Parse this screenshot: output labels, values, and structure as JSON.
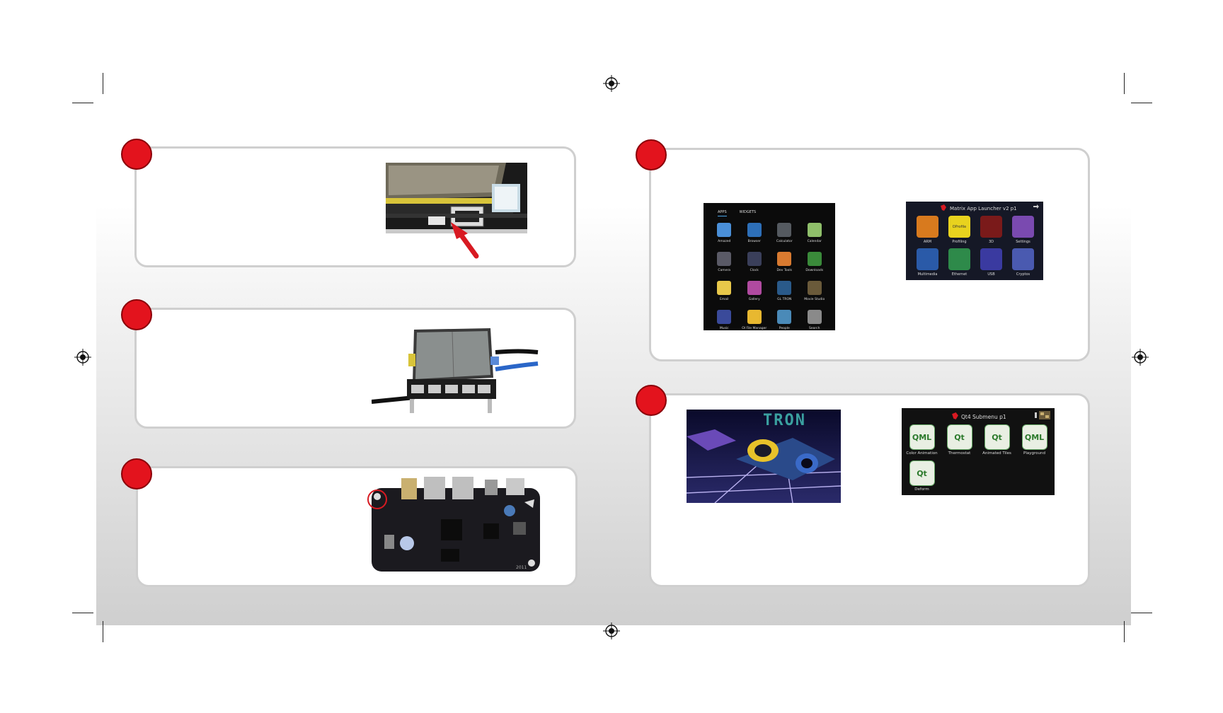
{
  "apps_screen": {
    "tabs": [
      "APPS",
      "WIDGETS"
    ],
    "apps": [
      {
        "label": "Amazed",
        "color": "#4a8fd8"
      },
      {
        "label": "Browser",
        "color": "#2d6fb8"
      },
      {
        "label": "Calculator",
        "color": "#555a60"
      },
      {
        "label": "Calendar",
        "color": "#8fbf6a"
      },
      {
        "label": "Camera",
        "color": "#5a5a66"
      },
      {
        "label": "Clock",
        "color": "#3a3f5a"
      },
      {
        "label": "Dev Tools",
        "color": "#d87a30"
      },
      {
        "label": "Downloads",
        "color": "#3a8a3a"
      },
      {
        "label": "Email",
        "color": "#e8c84a"
      },
      {
        "label": "Gallery",
        "color": "#b04aa0"
      },
      {
        "label": "GL TRON",
        "color": "#2a5a8a"
      },
      {
        "label": "Movie Studio",
        "color": "#6a5a3a"
      },
      {
        "label": "Music",
        "color": "#3a4a9a"
      },
      {
        "label": "OI File Manager",
        "color": "#e8b830"
      },
      {
        "label": "People",
        "color": "#4a8ab8"
      },
      {
        "label": "Search",
        "color": "#8a8a8a"
      }
    ]
  },
  "matrix_screen": {
    "title": "Matrix App Launcher v2 p1",
    "apps": [
      {
        "label": "ARM",
        "color": "#d87a1e",
        "icon_text": ""
      },
      {
        "label": "Profiling",
        "color": "#e8d21e",
        "icon_text": "OProfile"
      },
      {
        "label": "3D",
        "color": "#7a1a1a",
        "icon_text": ""
      },
      {
        "label": "Settings",
        "color": "#7a4ab0",
        "icon_text": ""
      },
      {
        "label": "Multimedia",
        "color": "#2a5aa8",
        "icon_text": ""
      },
      {
        "label": "Ethernet",
        "color": "#2e8a4a",
        "icon_text": ""
      },
      {
        "label": "USB",
        "color": "#3a3aa0",
        "icon_text": ""
      },
      {
        "label": "Cryptos",
        "color": "#4a5ab0",
        "icon_text": ""
      }
    ]
  },
  "tron_screen": {
    "logo": "TRON"
  },
  "qt_screen": {
    "title": "Qt4 Submenu p1",
    "apps": [
      {
        "label": "Color Animation",
        "icon_text": "QML"
      },
      {
        "label": "Thermostat",
        "icon_text": "Qt"
      },
      {
        "label": "Animated Tiles",
        "icon_text": "Qt"
      },
      {
        "label": "Playground",
        "icon_text": "QML"
      },
      {
        "label": "Deform",
        "icon_text": "Qt"
      }
    ]
  },
  "board_marking": "2011"
}
